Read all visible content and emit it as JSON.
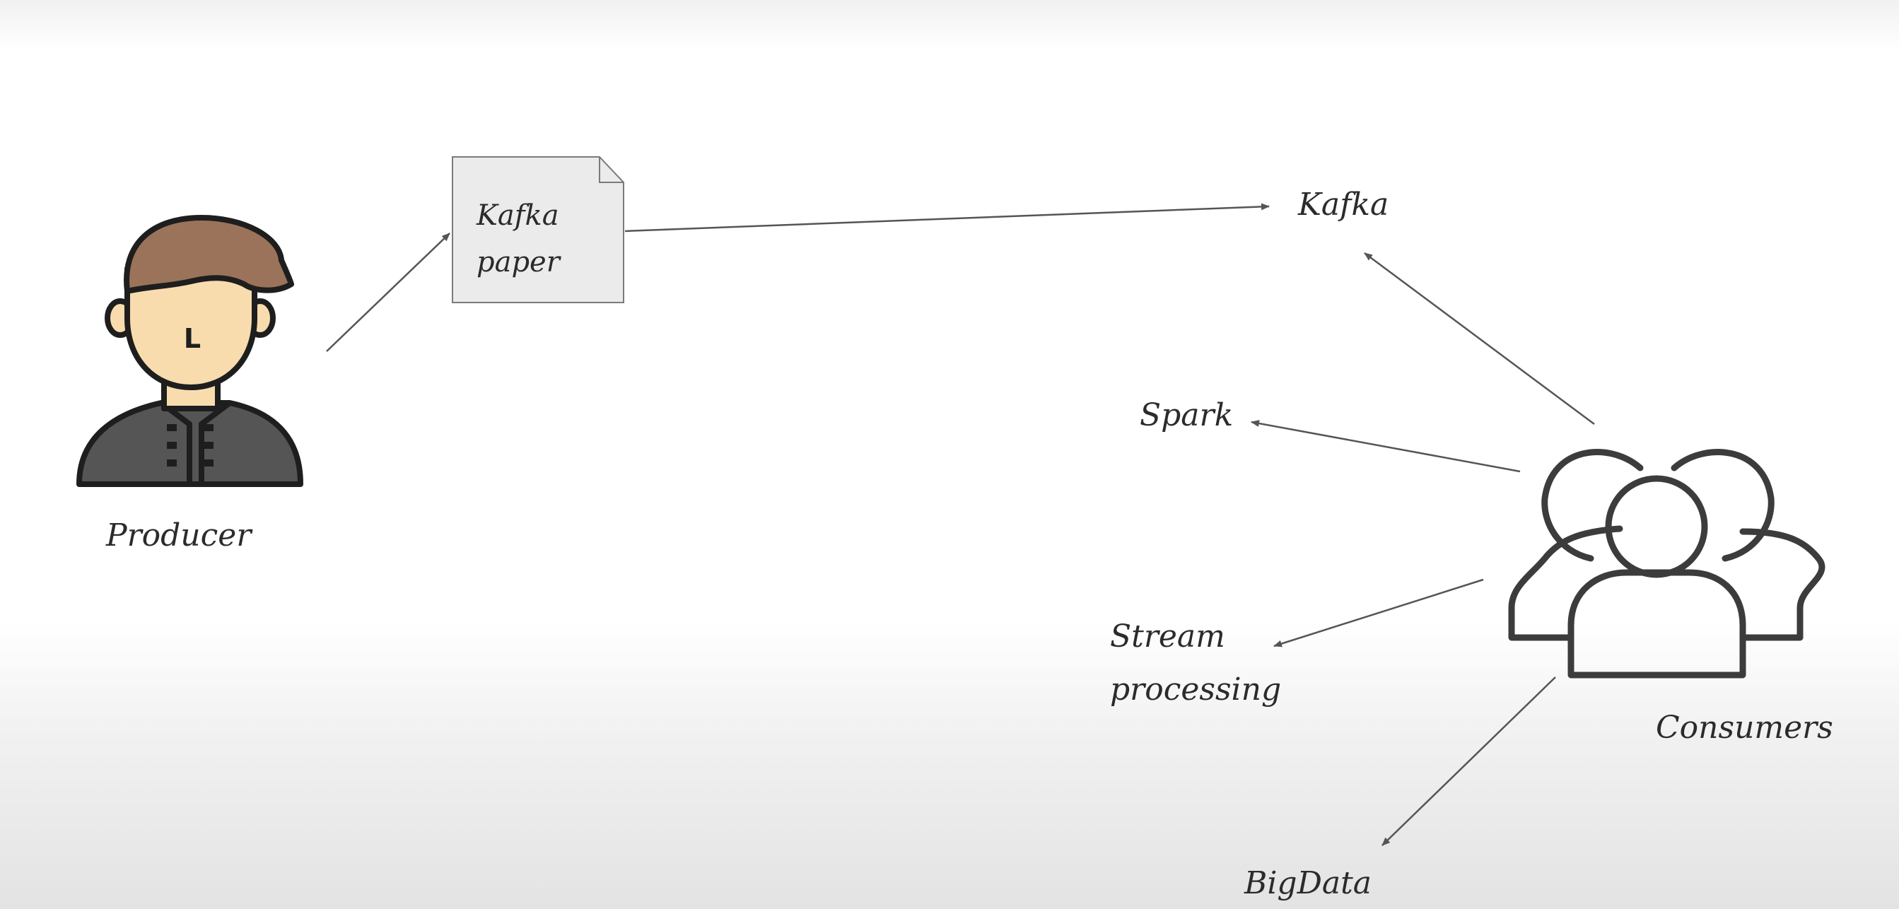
{
  "diagram": {
    "producer": {
      "label": "Producer",
      "badge": "L",
      "icon": "person-icon"
    },
    "document": {
      "line1": "Kafka",
      "line2": "paper",
      "icon": "document-icon"
    },
    "kafka": {
      "label": "Kafka"
    },
    "consumers": {
      "label": "Consumers",
      "icon": "group-icon"
    },
    "targets": {
      "spark": "Spark",
      "stream_line1": "Stream",
      "stream_line2": "processing",
      "bigdata": "BigData"
    },
    "colors": {
      "skin": "#f9dcae",
      "hair": "#9a735a",
      "shirt": "#555555",
      "outline": "#1e1e1e",
      "document_fill": "#ebebeb",
      "arrow": "#555555"
    }
  }
}
